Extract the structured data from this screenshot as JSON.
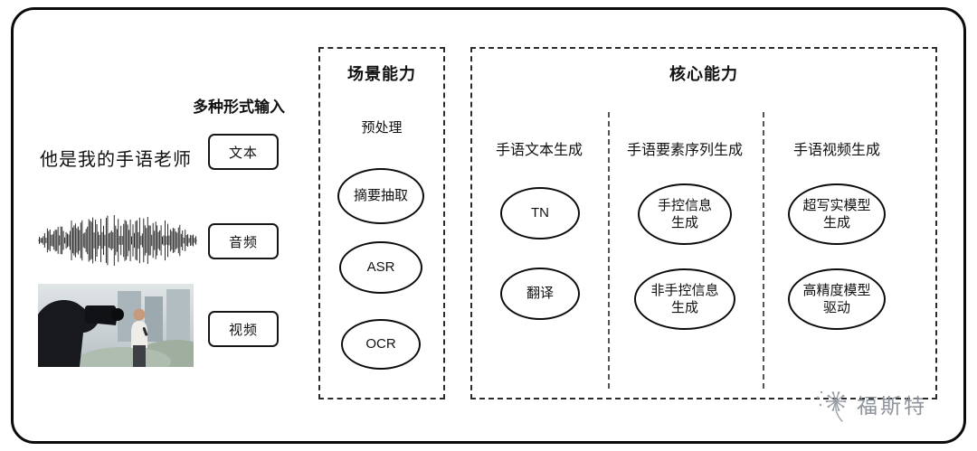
{
  "input_section": {
    "title": "多种形式输入",
    "text_example": "他是我的手语老师",
    "items": [
      {
        "label": "文本"
      },
      {
        "label": "音频"
      },
      {
        "label": "视频"
      }
    ]
  },
  "scene_panel": {
    "title": "场景能力",
    "subtitle": "预处理",
    "nodes": [
      "摘要抽取",
      "ASR",
      "OCR"
    ]
  },
  "core_panel": {
    "title": "核心能力",
    "columns": [
      {
        "header": "手语文本生成",
        "nodes": [
          "TN",
          "翻译"
        ]
      },
      {
        "header": "手语要素序列生成",
        "nodes": [
          "手控信息\n生成",
          "非手控信息\n生成"
        ]
      },
      {
        "header": "手语视频生成",
        "nodes": [
          "超写实模型\n生成",
          "高精度模型\n驱动"
        ]
      }
    ]
  },
  "watermark": {
    "text": "福斯特"
  },
  "colors": {
    "line": "#0b0b0b",
    "dashed": "#2b2b2b",
    "watermark": "#8e949b"
  }
}
